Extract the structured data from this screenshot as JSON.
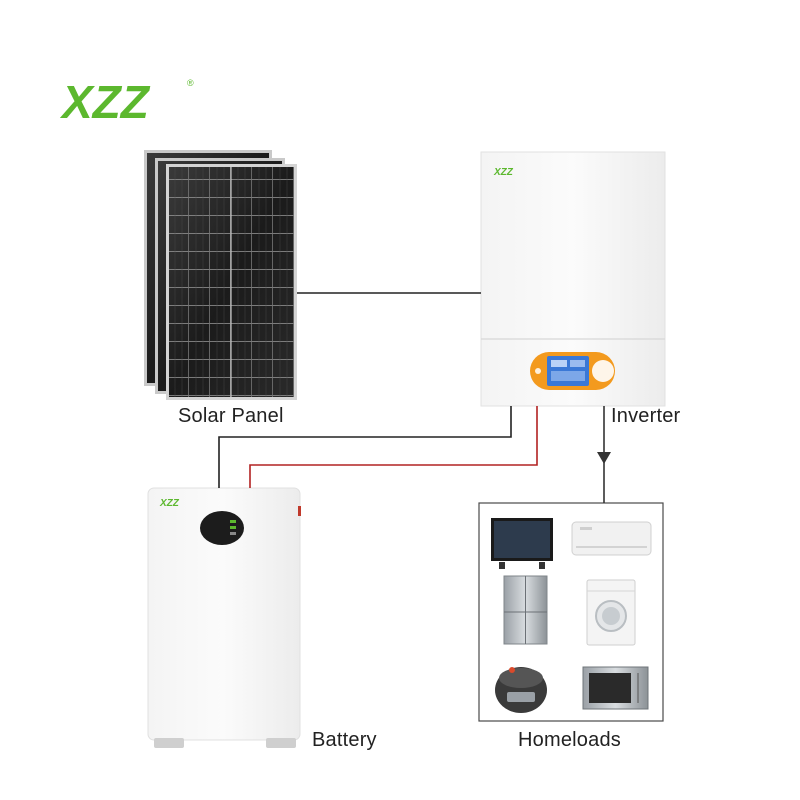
{
  "brand": {
    "logo_text": "XZZ",
    "registered_mark": "®",
    "brand_color": "#5cb82e"
  },
  "labels": {
    "solar_panel": "Solar Panel",
    "inverter": "Inverter",
    "battery": "Battery",
    "homeloads": "Homeloads"
  },
  "devices": {
    "inverter_logo": "XZZ",
    "battery_logo": "XZZ"
  },
  "homeloads": {
    "appliances": [
      "tv-icon",
      "air-conditioner-icon",
      "refrigerator-icon",
      "washing-machine-icon",
      "rice-cooker-icon",
      "microwave-icon"
    ]
  },
  "colors": {
    "dc_negative_wire": "#222222",
    "dc_positive_wire": "#b22222",
    "inverter_accent": "#f39a1e",
    "inverter_screen": "#3a78d6"
  }
}
